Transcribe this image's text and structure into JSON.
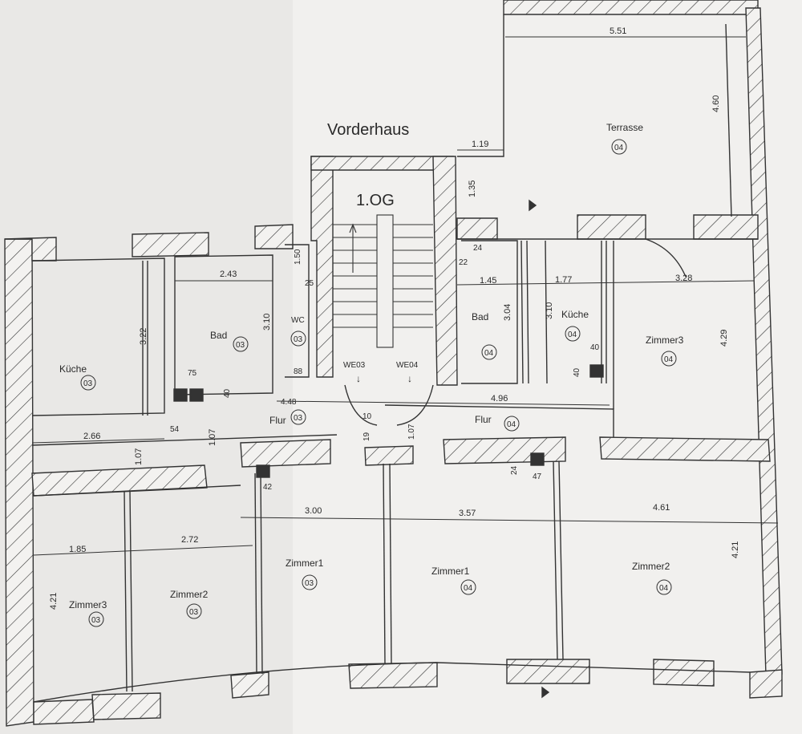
{
  "title": "Vorderhaus",
  "floor": "1.OG",
  "units": [
    "WE03",
    "WE04"
  ],
  "rooms": [
    {
      "name": "Küche",
      "unit": "03"
    },
    {
      "name": "Bad",
      "unit": "03"
    },
    {
      "name": "WC",
      "unit": "03"
    },
    {
      "name": "Flur",
      "unit": "03"
    },
    {
      "name": "Zimmer3",
      "unit": "03"
    },
    {
      "name": "Zimmer2",
      "unit": "03"
    },
    {
      "name": "Zimmer1",
      "unit": "03"
    },
    {
      "name": "Terrasse",
      "unit": "04"
    },
    {
      "name": "Bad",
      "unit": "04"
    },
    {
      "name": "Küche",
      "unit": "04"
    },
    {
      "name": "Zimmer3",
      "unit": "04"
    },
    {
      "name": "Flur",
      "unit": "04"
    },
    {
      "name": "Zimmer1",
      "unit": "04"
    },
    {
      "name": "Zimmer2",
      "unit": "04"
    }
  ],
  "dimensions": [
    "5.51",
    "4.60",
    "1.19",
    "1.35",
    "2.43",
    "3.22",
    "3.10",
    "1.50",
    "25",
    "WC",
    "88",
    "75",
    "40",
    "2.66",
    "54",
    "1.07",
    "1.07",
    "4.48",
    "10",
    "19",
    "1.07",
    "1.45",
    "1.77",
    "3.04",
    "3.10",
    "3.28",
    "4.29",
    "22",
    "24",
    "40",
    "40",
    "4.96",
    "24",
    "47",
    "42",
    "3.00",
    "3.57",
    "4.61",
    "1.85",
    "2.72",
    "4.21",
    "4.21"
  ]
}
